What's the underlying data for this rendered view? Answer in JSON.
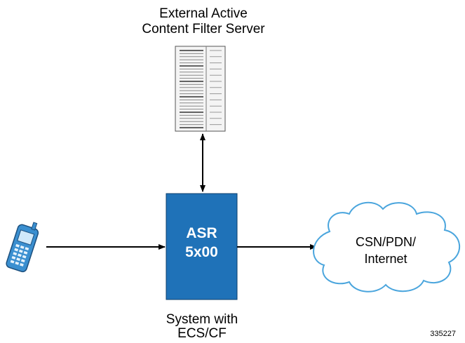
{
  "server": {
    "label_line1": "External Active",
    "label_line2": "Content Filter Server"
  },
  "system": {
    "box_line1": "ASR",
    "box_line2": "5x00",
    "caption_line1": "System with",
    "caption_line2": "ECS/CF"
  },
  "cloud": {
    "line1": "CSN/PDN/",
    "line2": "Internet"
  },
  "figure_id": "335227",
  "colors": {
    "box_fill": "#1f72b8",
    "cloud_stroke": "#4aa5dd",
    "phone_fill": "#3a8fd0"
  },
  "icons": {
    "server": "server-rack-icon",
    "phone": "mobile-phone-icon",
    "cloud": "cloud-icon"
  }
}
